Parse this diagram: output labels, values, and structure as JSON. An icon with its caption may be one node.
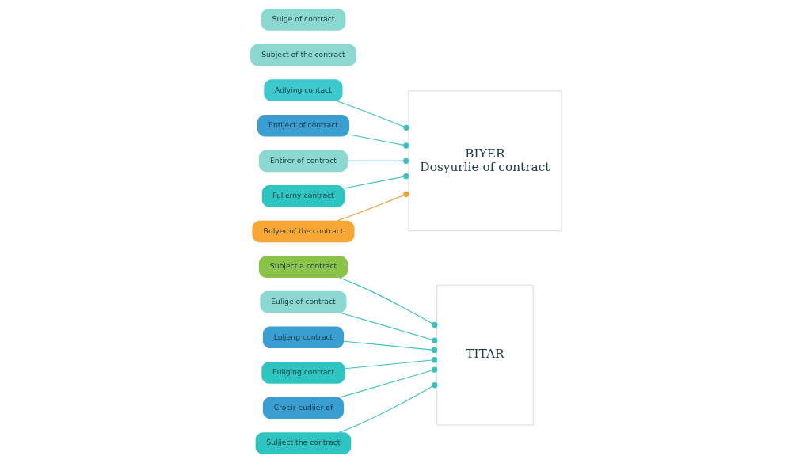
{
  "diagram": {
    "nodes": [
      {
        "text": [
          "Subject a contract"
        ]
      },
      {
        "text": [
          "Adlying contact"
        ]
      },
      {
        "text": [
          "Eulige of contract"
        ]
      },
      {
        "text": [
          "Entlject of contract"
        ]
      },
      {
        "text": [
          "TITAR"
        ]
      },
      {
        "text": [
          "BIYER",
          "Dosyurlie of contract"
        ]
      },
      {
        "text": [
          "Luljeng contract"
        ]
      },
      {
        "text": [
          "Entirer of contract"
        ]
      },
      {
        "text": [
          "Euliging contract"
        ]
      },
      {
        "text": [
          "Croeir eudiier of"
        ]
      },
      {
        "text": [
          "Fullerny contract"
        ]
      },
      {
        "text": [
          "Subject of the contract"
        ]
      },
      {
        "text": [
          "Suljject the contract"
        ]
      },
      {
        "text": [
          "Bulyer of the contract"
        ]
      },
      {
        "text": [
          "Suige of contract"
        ]
      }
    ],
    "edges": [
      {
        "from": 0,
        "to": 4,
        "arrow": "other"
      },
      {
        "from": 1,
        "to": 5,
        "arrow": "other"
      },
      {
        "from": 2,
        "to": 4,
        "arrow": "other"
      },
      {
        "from": 3,
        "to": 5,
        "arrow": "other"
      },
      {
        "from": 6,
        "to": 4,
        "arrow": "other"
      },
      {
        "from": 7,
        "to": 5,
        "arrow": "other"
      },
      {
        "from": 8,
        "to": 4,
        "arrow": "other"
      },
      {
        "from": 9,
        "to": 4,
        "arrow": "other"
      },
      {
        "from": 10,
        "to": 5,
        "arrow": "other"
      },
      {
        "from": 12,
        "to": 4,
        "arrow": "other"
      },
      {
        "from": 13,
        "to": 5,
        "arrow": "other",
        "color": "#f0a030"
      }
    ]
  }
}
